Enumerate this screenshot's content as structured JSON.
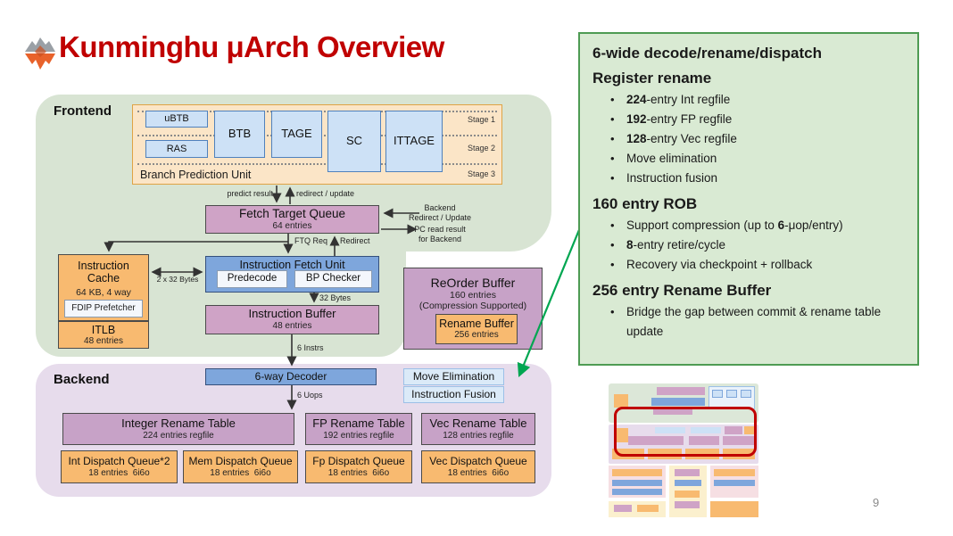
{
  "header": {
    "title": "Kunminghu μArch Overview",
    "page_number": "9"
  },
  "colors": {
    "title_red": "#C00000",
    "frontend_bg": "#D8E4D3",
    "backend_bg": "#E7DCEC",
    "bpu_fill": "#FBE5C7",
    "infobox_green": "#D9EAD3",
    "infobox_border": "#4E9B53",
    "green_arrow": "#00A651",
    "highlight_red": "#C00000"
  },
  "diagram": {
    "frontend_label": "Frontend",
    "backend_label": "Backend",
    "bpu": {
      "label": "Branch Prediction Unit",
      "stages": [
        "Stage 1",
        "Stage 2",
        "Stage 3"
      ],
      "ubtb": "uBTB",
      "ras": "RAS",
      "btb": "BTB",
      "tage": "TAGE",
      "sc": "SC",
      "ittage": "ITTAGE"
    },
    "ftq": {
      "title": "Fetch Target Queue",
      "sub": "64 entries"
    },
    "icache": {
      "line1": "Instruction",
      "line2": "Cache",
      "line3": "64 KB, 4 way",
      "prefetcher": "FDIP Prefetcher"
    },
    "itlb": {
      "title": "ITLB",
      "sub": "48 entries"
    },
    "ifu": {
      "title": "Instruction Fetch Unit",
      "predecode": "Predecode",
      "bp_checker": "BP Checker"
    },
    "ibuffer": {
      "title": "Instruction Buffer",
      "sub": "48 entries"
    },
    "rob": {
      "title": "ReOrder Buffer",
      "sub1": "160 entries",
      "sub2": "(Compression Supported)",
      "rename_buffer": {
        "title": "Rename Buffer",
        "sub": "256 entries"
      }
    },
    "decoder": "6-way Decoder",
    "move_elimination": "Move Elimination",
    "instruction_fusion": "Instruction Fusion",
    "rename_tables": [
      {
        "title": "Integer Rename Table",
        "sub": "224 entries regfile"
      },
      {
        "title": "FP Rename Table",
        "sub": "192 entries regfile"
      },
      {
        "title": "Vec Rename Table",
        "sub": "128 entries regfile"
      }
    ],
    "dispatch_queues": [
      {
        "title": "Int Dispatch Queue*2",
        "sub": "18 entries  6i6o"
      },
      {
        "title": "Mem Dispatch Queue",
        "sub": "18 entries  6i6o"
      },
      {
        "title": "Fp Dispatch Queue",
        "sub": "18 entries  6i6o"
      },
      {
        "title": "Vec Dispatch Queue",
        "sub": "18 entries  6i6o"
      }
    ],
    "labels": {
      "predict_result": "predict result",
      "redirect_update": "redirect / update",
      "backend_redirect_1": "Backend",
      "backend_redirect_2": "Redirect / Update",
      "pc_read_1": "PC read result",
      "pc_read_2": "for Backend",
      "ftq_req": "FTQ Req",
      "redirect": "Redirect",
      "bytes_2x32": "2 x 32 Bytes",
      "bytes_32": "32 Bytes",
      "instrs_6": "6 Instrs",
      "uops_6": "6 Uops"
    }
  },
  "infobox": {
    "title": "6-wide decode/rename/dispatch",
    "sections": [
      {
        "heading": "Register rename",
        "bullets": [
          {
            "pre": "",
            "b": "224",
            "post": "-entry Int regfile"
          },
          {
            "pre": "",
            "b": "192",
            "post": "-entry FP regfile"
          },
          {
            "pre": "",
            "b": "128",
            "post": "-entry Vec regfile"
          },
          {
            "pre": "Move elimination",
            "b": "",
            "post": ""
          },
          {
            "pre": "Instruction fusion",
            "b": "",
            "post": ""
          }
        ]
      },
      {
        "heading": "160 entry ROB",
        "bullets": [
          {
            "pre": "Support compression (up to ",
            "b": "6",
            "post": "-μop/entry)"
          },
          {
            "pre": "",
            "b": "8",
            "post": "-entry retire/cycle"
          },
          {
            "pre": "Recovery via checkpoint + rollback",
            "b": "",
            "post": ""
          }
        ]
      },
      {
        "heading": "256 entry Rename Buffer",
        "bullets": [
          {
            "pre": "Bridge the gap between commit & rename table update",
            "b": "",
            "post": ""
          }
        ]
      }
    ]
  }
}
